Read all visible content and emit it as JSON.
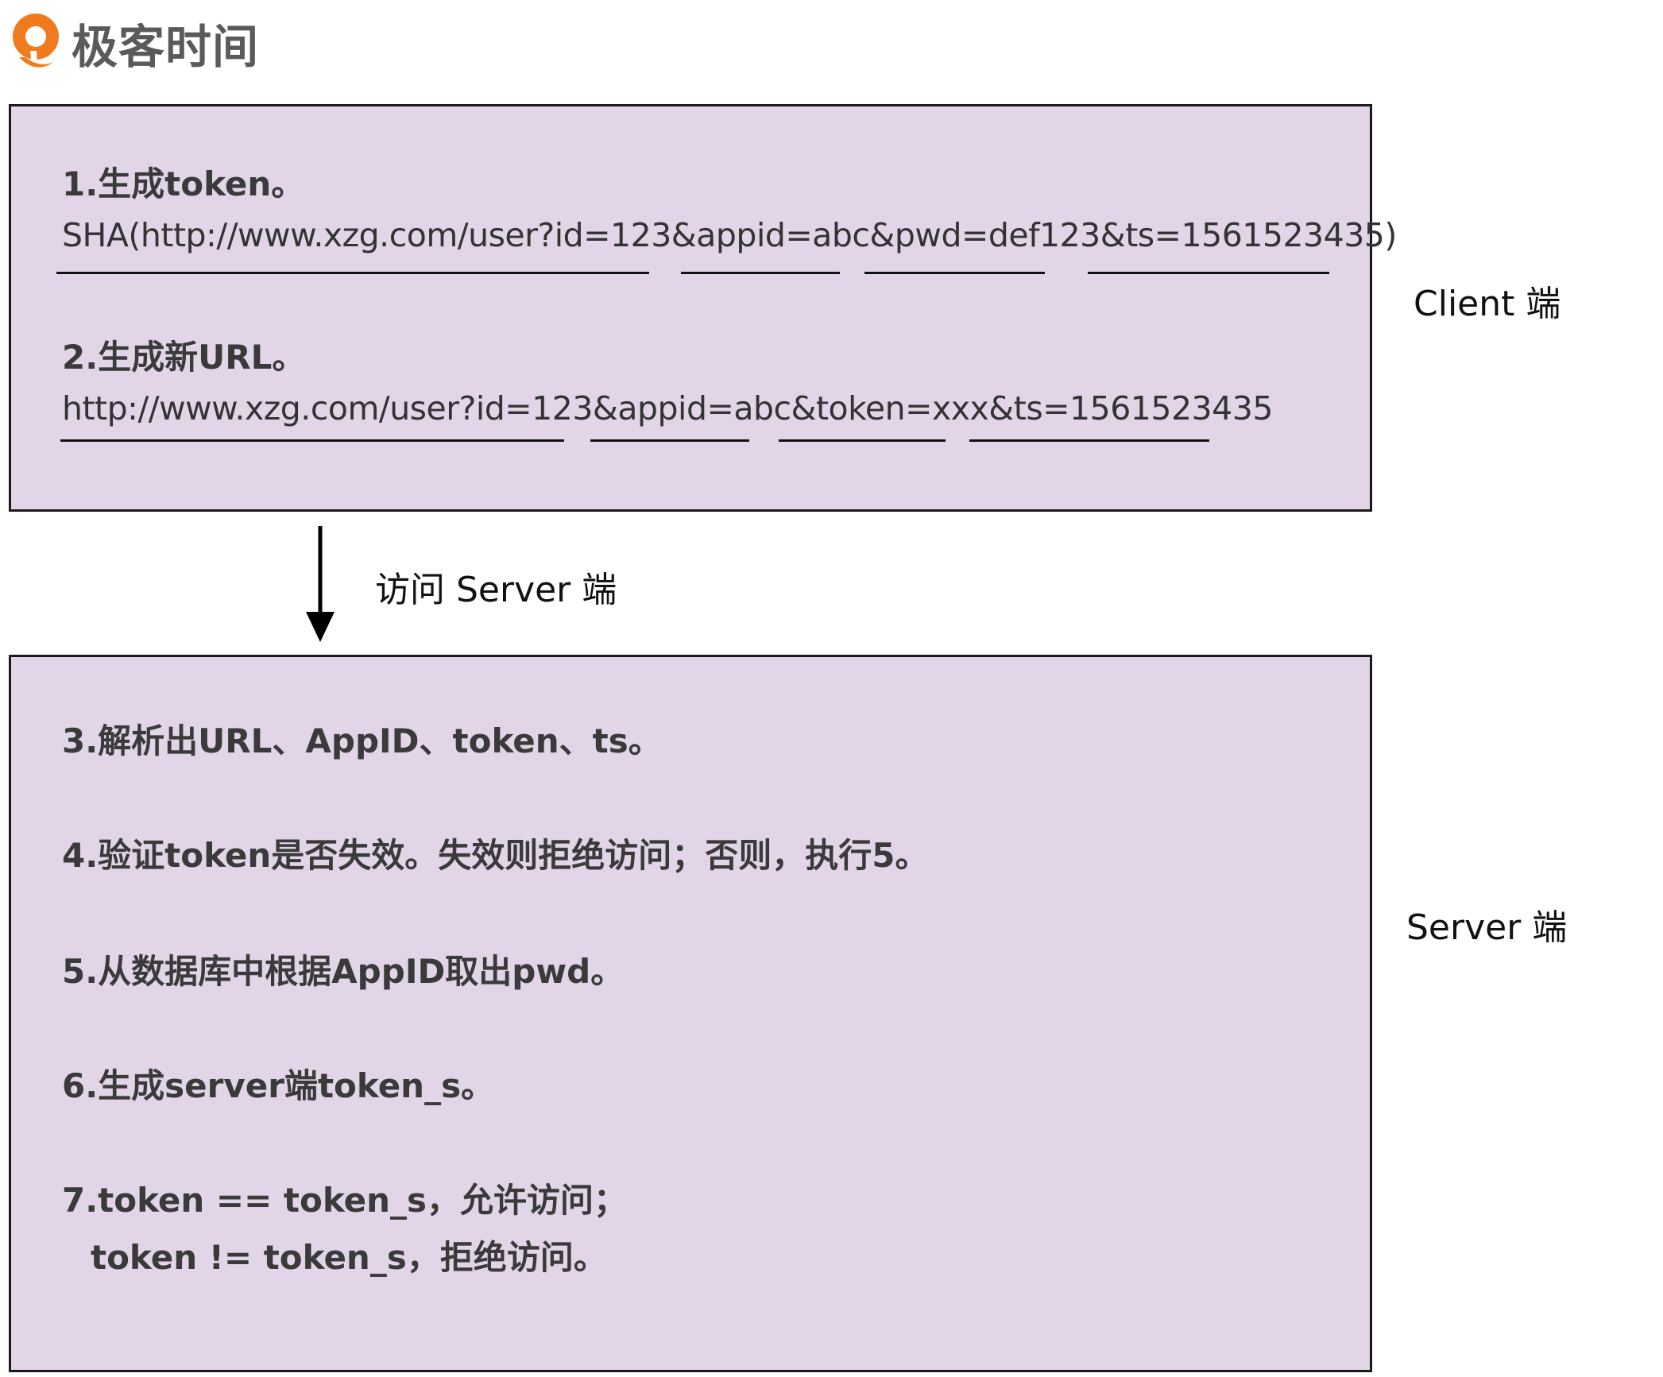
{
  "brand": {
    "name": "极客时间",
    "logo_icon": "geektime-logo-icon",
    "logo_color": "#f07b1f"
  },
  "colors": {
    "panel_fill": "#e2d5e8",
    "panel_border": "#1a1a1a",
    "text": "#333333"
  },
  "client": {
    "label": "Client 端",
    "step1_title": "1.生成token。",
    "step1_formula": "SHA(http://www.xzg.com/user?id=123&appid=abc&pwd=def123&ts=1561523435)",
    "step2_title": "2.生成新URL。",
    "step2_url": "http://www.xzg.com/user?id=123&appid=abc&token=xxx&ts=1561523435"
  },
  "transition": {
    "label": "访问 Server 端",
    "arrow_icon": "arrow-down-icon"
  },
  "server": {
    "label": "Server 端",
    "step3": "3.解析出URL、AppID、token、ts。",
    "step4": "4.验证token是否失效。失效则拒绝访问；否则，执行5。",
    "step5": "5.从数据库中根据AppID取出pwd。",
    "step6": "6.生成server端token_s。",
    "step7_line1": "7.token == token_s，允许访问；",
    "step7_line2": "token != token_s，拒绝访问。"
  }
}
